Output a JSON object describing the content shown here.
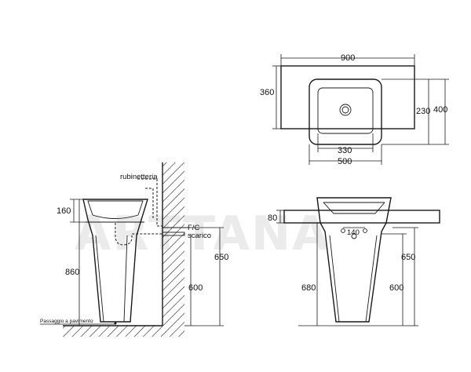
{
  "watermark": "ARTTANA",
  "top_view": {
    "dim_width": "900",
    "dim_depth": "360",
    "dim_basin_depth": "230",
    "dim_total_depth": "400",
    "dim_basin_width": "330",
    "dim_basin_outer": "500"
  },
  "side_view": {
    "label_tap": "rubinetteria",
    "label_fc": "F/C",
    "label_drain": "scarico",
    "label_floor": "Passaggio a pavimento",
    "dim_rim": "160",
    "dim_height": "860",
    "dim_drain": "600",
    "dim_fc": "650"
  },
  "front_view": {
    "dim_top": "80",
    "dim_hole": "140",
    "dim_total": "680",
    "dim_fc": "650",
    "dim_drain": "600"
  }
}
